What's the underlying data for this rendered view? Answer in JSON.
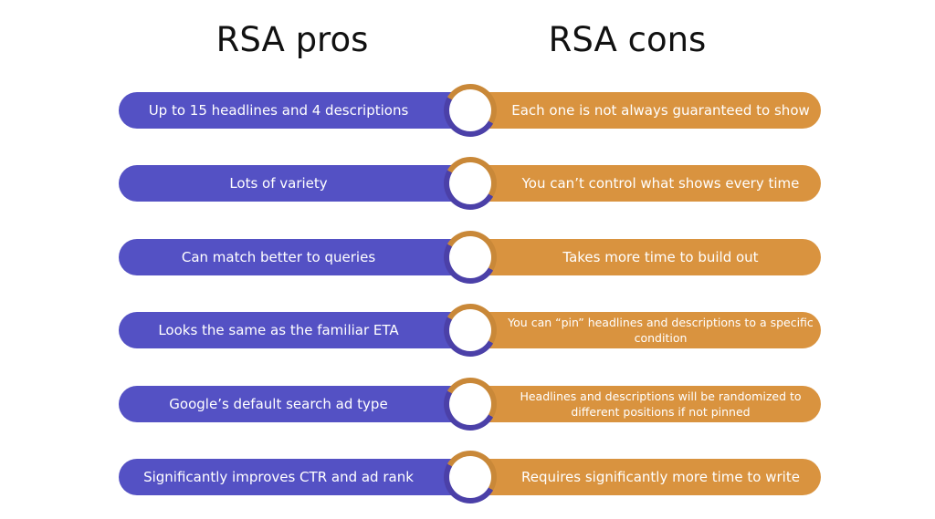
{
  "titles": {
    "pros": "RSA pros",
    "cons": "RSA cons"
  },
  "colors": {
    "pro": "#5451C4",
    "con": "#D9933F",
    "ring_pro": "#4B40A8",
    "ring_con": "#C98838"
  },
  "rows": [
    {
      "pro": "Up to 15 headlines and 4 descriptions",
      "con": "Each one is not always guaranteed to show"
    },
    {
      "pro": "Lots of variety",
      "con": "You can’t control what shows every time"
    },
    {
      "pro": "Can match better to queries",
      "con": "Takes more time to build out"
    },
    {
      "pro": "Looks the same as the familiar ETA",
      "con": "You can “pin” headlines and descriptions to a specific condition"
    },
    {
      "pro": "Google’s default search ad type",
      "con": "Headlines and descriptions will be randomized to different positions if not pinned"
    },
    {
      "pro": "Significantly improves CTR and ad rank",
      "con": "Requires significantly more time to write"
    }
  ]
}
